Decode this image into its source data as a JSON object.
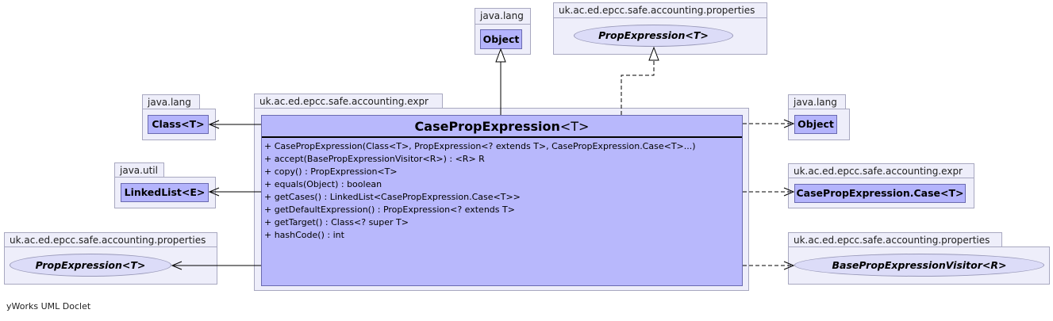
{
  "main_package": {
    "name": "uk.ac.ed.epcc.safe.accounting.expr"
  },
  "main_class": {
    "name": "CasePropExpression",
    "type_param": "<T>",
    "members": [
      "+  CasePropExpression(Class<T>, PropExpression<? extends T>, CasePropExpression.Case<T>...)",
      "+  accept(BasePropExpressionVisitor<R>) :  <R> R",
      "+  copy() : PropExpression<T>",
      "+  equals(Object) : boolean",
      "+  getCases() : LinkedList<CasePropExpression.Case<T>>",
      "+  getDefaultExpression() : PropExpression<? extends T>",
      "+  getTarget() : Class<? super T>",
      "+  hashCode() : int"
    ]
  },
  "related": {
    "superclass": {
      "package": "java.lang",
      "name": "Object"
    },
    "interface_top": {
      "package": "uk.ac.ed.epcc.safe.accounting.properties",
      "name": "PropExpression<T>"
    },
    "left_class": {
      "package": "java.lang",
      "name": "Class<T>"
    },
    "left_list": {
      "package": "java.util",
      "name": "LinkedList<E>"
    },
    "left_iface": {
      "package": "uk.ac.ed.epcc.safe.accounting.properties",
      "name": "PropExpression<T>"
    },
    "right_object": {
      "package": "java.lang",
      "name": "Object"
    },
    "right_case": {
      "package": "uk.ac.ed.epcc.safe.accounting.expr",
      "name": "CasePropExpression.Case<T>"
    },
    "right_visitor": {
      "package": "uk.ac.ed.epcc.safe.accounting.properties",
      "name": "BasePropExpressionVisitor<R>"
    }
  },
  "footer": "yWorks UML Doclet"
}
